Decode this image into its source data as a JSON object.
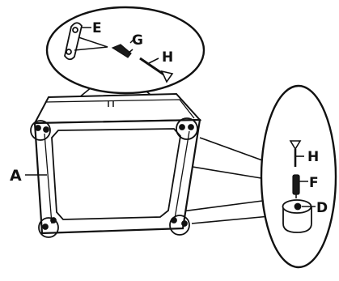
{
  "diagram": {
    "labels": {
      "a": "A",
      "e": "E",
      "g": "G",
      "h_top": "H",
      "h_right": "H",
      "f": "F",
      "d": "D"
    },
    "colors": {
      "ink": "#111111",
      "paper": "#ffffff",
      "fill_part": "#1a1a1a",
      "light": "#e6e6e6"
    },
    "parts": [
      "frame-panel",
      "corner-bracket-e",
      "screw-g",
      "cam-h",
      "dowel-f",
      "cam-lock-d"
    ]
  }
}
